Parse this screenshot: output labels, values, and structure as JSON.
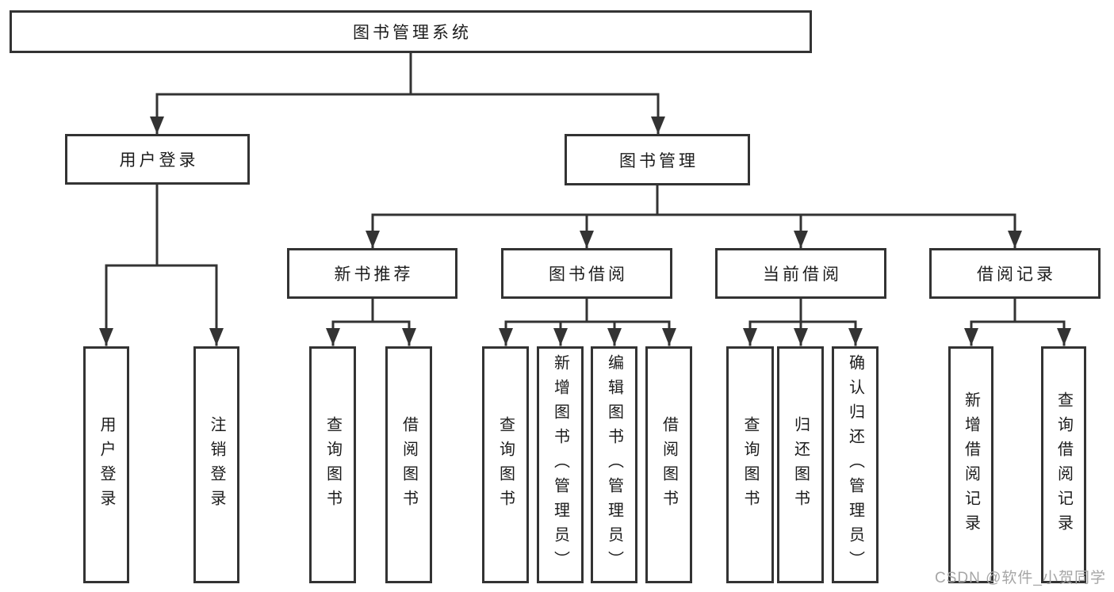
{
  "diagram_type": "hierarchy-tree",
  "colors": {
    "line": "#333333",
    "box_border": "#333333",
    "box_fill": "#ffffff",
    "text": "#1c1c1c",
    "watermark_text": "#a6a6a6",
    "background": "#ffffff"
  },
  "tree": {
    "label": "图书管理系统",
    "children": [
      {
        "label": "用户登录",
        "children": [
          {
            "label": "用户登录"
          },
          {
            "label": "注销登录"
          }
        ]
      },
      {
        "label": "图书管理",
        "children": [
          {
            "label": "新书推荐",
            "children": [
              {
                "label": "查询图书"
              },
              {
                "label": "借阅图书"
              }
            ]
          },
          {
            "label": "图书借阅",
            "children": [
              {
                "label": "查询图书"
              },
              {
                "label": "新增图书（管理员）"
              },
              {
                "label": "编辑图书（管理员）"
              },
              {
                "label": "借阅图书"
              }
            ]
          },
          {
            "label": "当前借阅",
            "children": [
              {
                "label": "查询图书"
              },
              {
                "label": "归还图书"
              },
              {
                "label": "确认归还（管理员）"
              }
            ]
          },
          {
            "label": "借阅记录",
            "children": [
              {
                "label": "新增借阅记录"
              },
              {
                "label": "查询借阅记录"
              }
            ]
          }
        ]
      }
    ]
  },
  "watermark": "CSDN @软件_小贺同学"
}
